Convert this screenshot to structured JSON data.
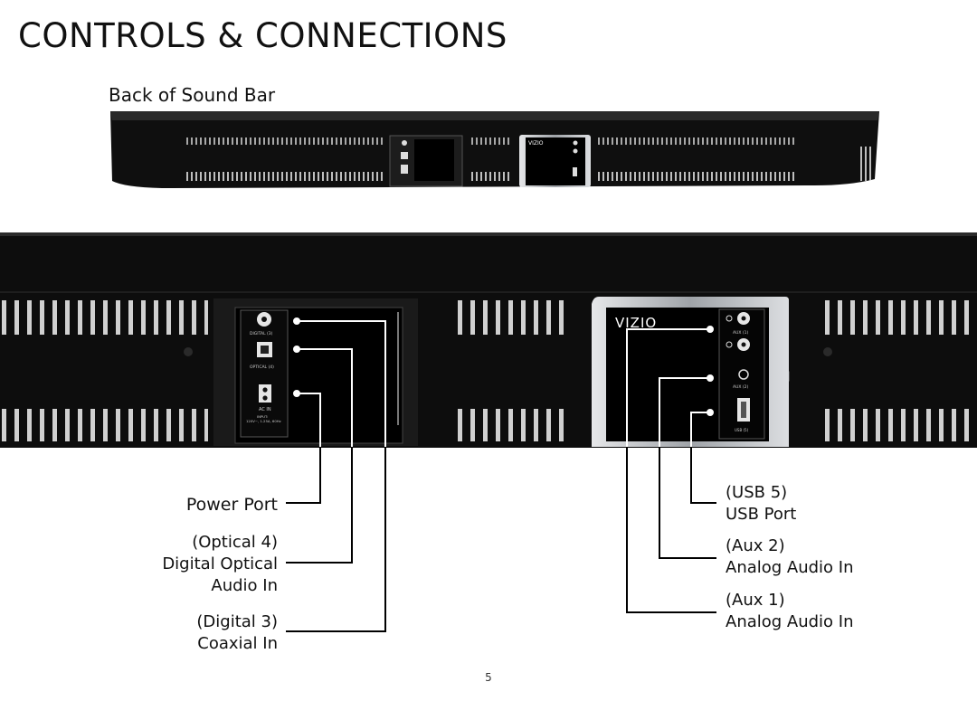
{
  "page": {
    "title": "CONTROLS & CONNECTIONS",
    "subtitle": "Back of Sound Bar",
    "page_number": "5"
  },
  "device": {
    "brand_logo": "VIZIO",
    "panel_text": {
      "digital": "DIGITAL (3)",
      "optical": "OPTICAL (4)",
      "ac_in": "AC IN",
      "ac_rating_1": "INPUT:",
      "ac_rating_2": "120V~, 1.25A, 60Hz",
      "aux1": "AUX (1)",
      "aux2": "AUX (2)",
      "usb": "USB (5)"
    }
  },
  "callouts": {
    "power": {
      "line1": "Power Port"
    },
    "optical": {
      "line1": "(Optical 4)",
      "line2": "Digital Optical",
      "line3": "Audio In"
    },
    "digital": {
      "line1": "(Digital 3)",
      "line2": "Coaxial In"
    },
    "usb": {
      "line1": "(USB 5)",
      "line2": "USB Port"
    },
    "aux2": {
      "line1": "(Aux 2)",
      "line2": "Analog Audio In"
    },
    "aux1": {
      "line1": "(Aux 1)",
      "line2": "Analog Audio In"
    }
  },
  "colors": {
    "device_body": "#0d0d0d",
    "panel": "#000000",
    "metal": "#b9bcc0",
    "text": "#111111"
  }
}
